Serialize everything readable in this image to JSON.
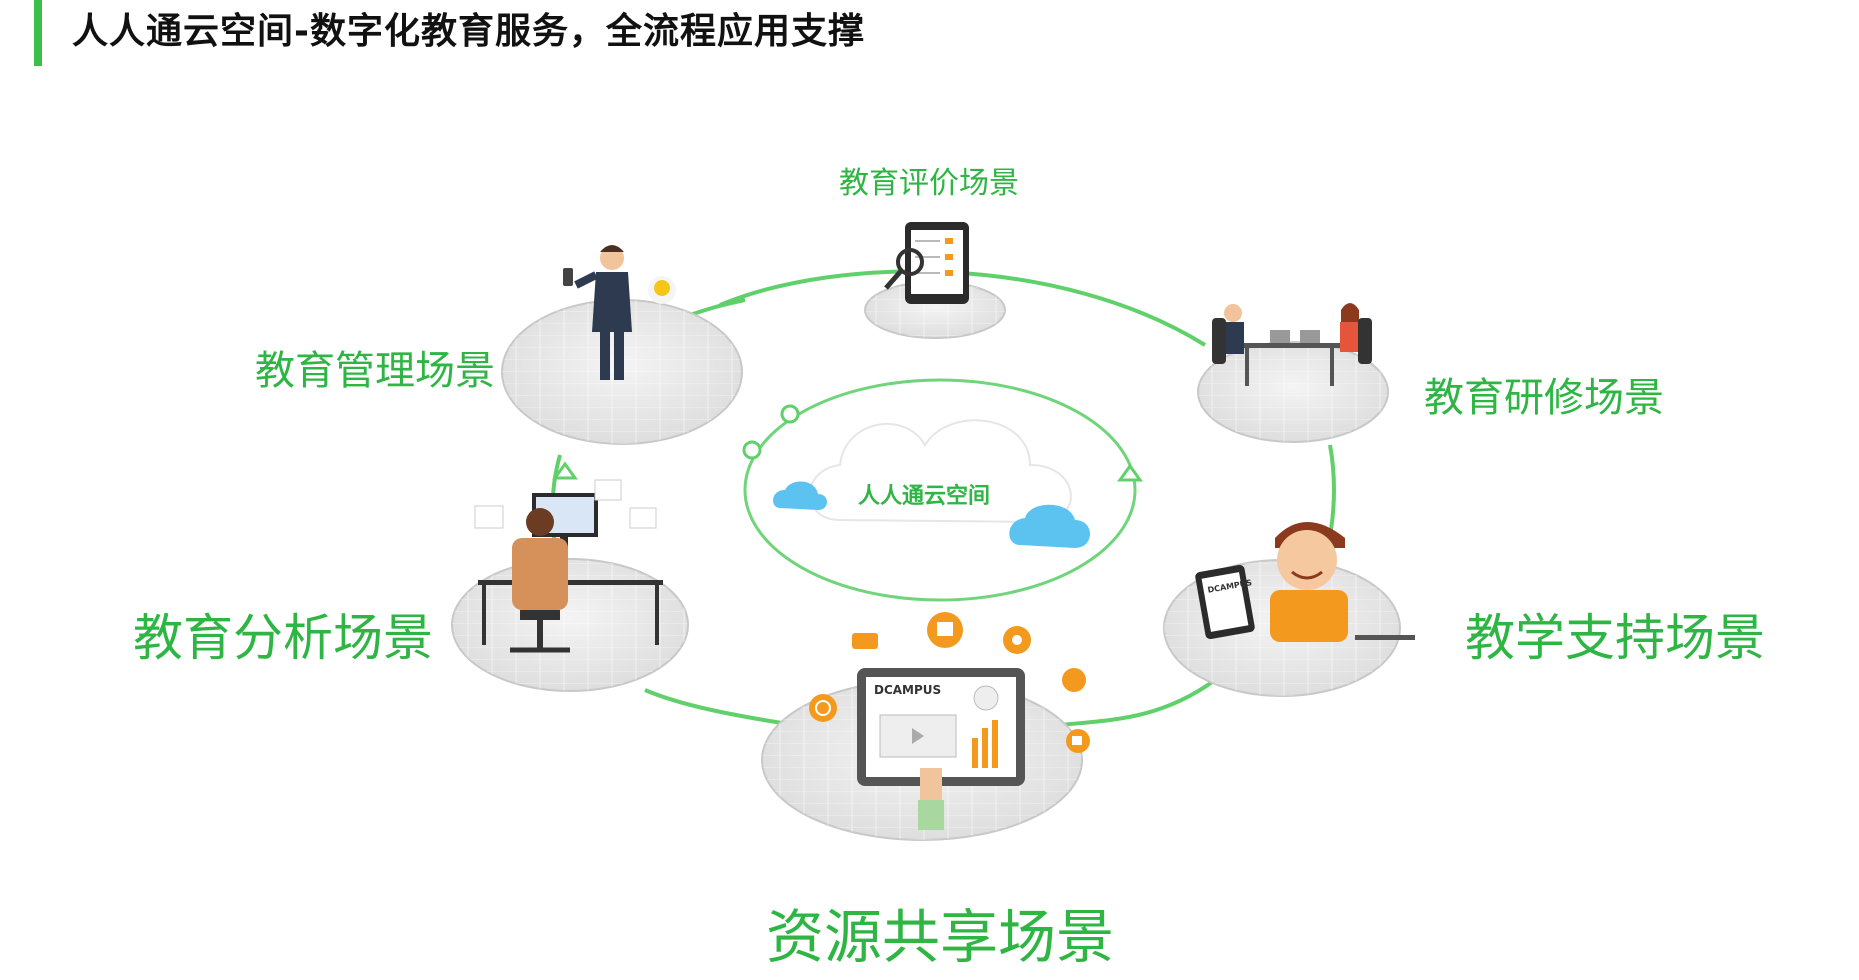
{
  "title": "人人通云空间-数字化教育服务，全流程应用支撑",
  "center_label": "人人通云空间",
  "scenes": {
    "evaluation": "教育评价场景",
    "management": "教育管理场景",
    "training": "教育研修场景",
    "analysis": "教育分析场景",
    "teaching": "教学支持场景",
    "resource": "资源共享场景"
  },
  "tablet_brand": "DCAMPUS",
  "tablet_brand_small": "DCAMPUS",
  "colors": {
    "accent_green": "#3cbf4a",
    "label_green": "#2fb544",
    "platform_gray": "#e6e6e6",
    "orange": "#f39a1e",
    "cloud_blue": "#5cc3f0"
  }
}
